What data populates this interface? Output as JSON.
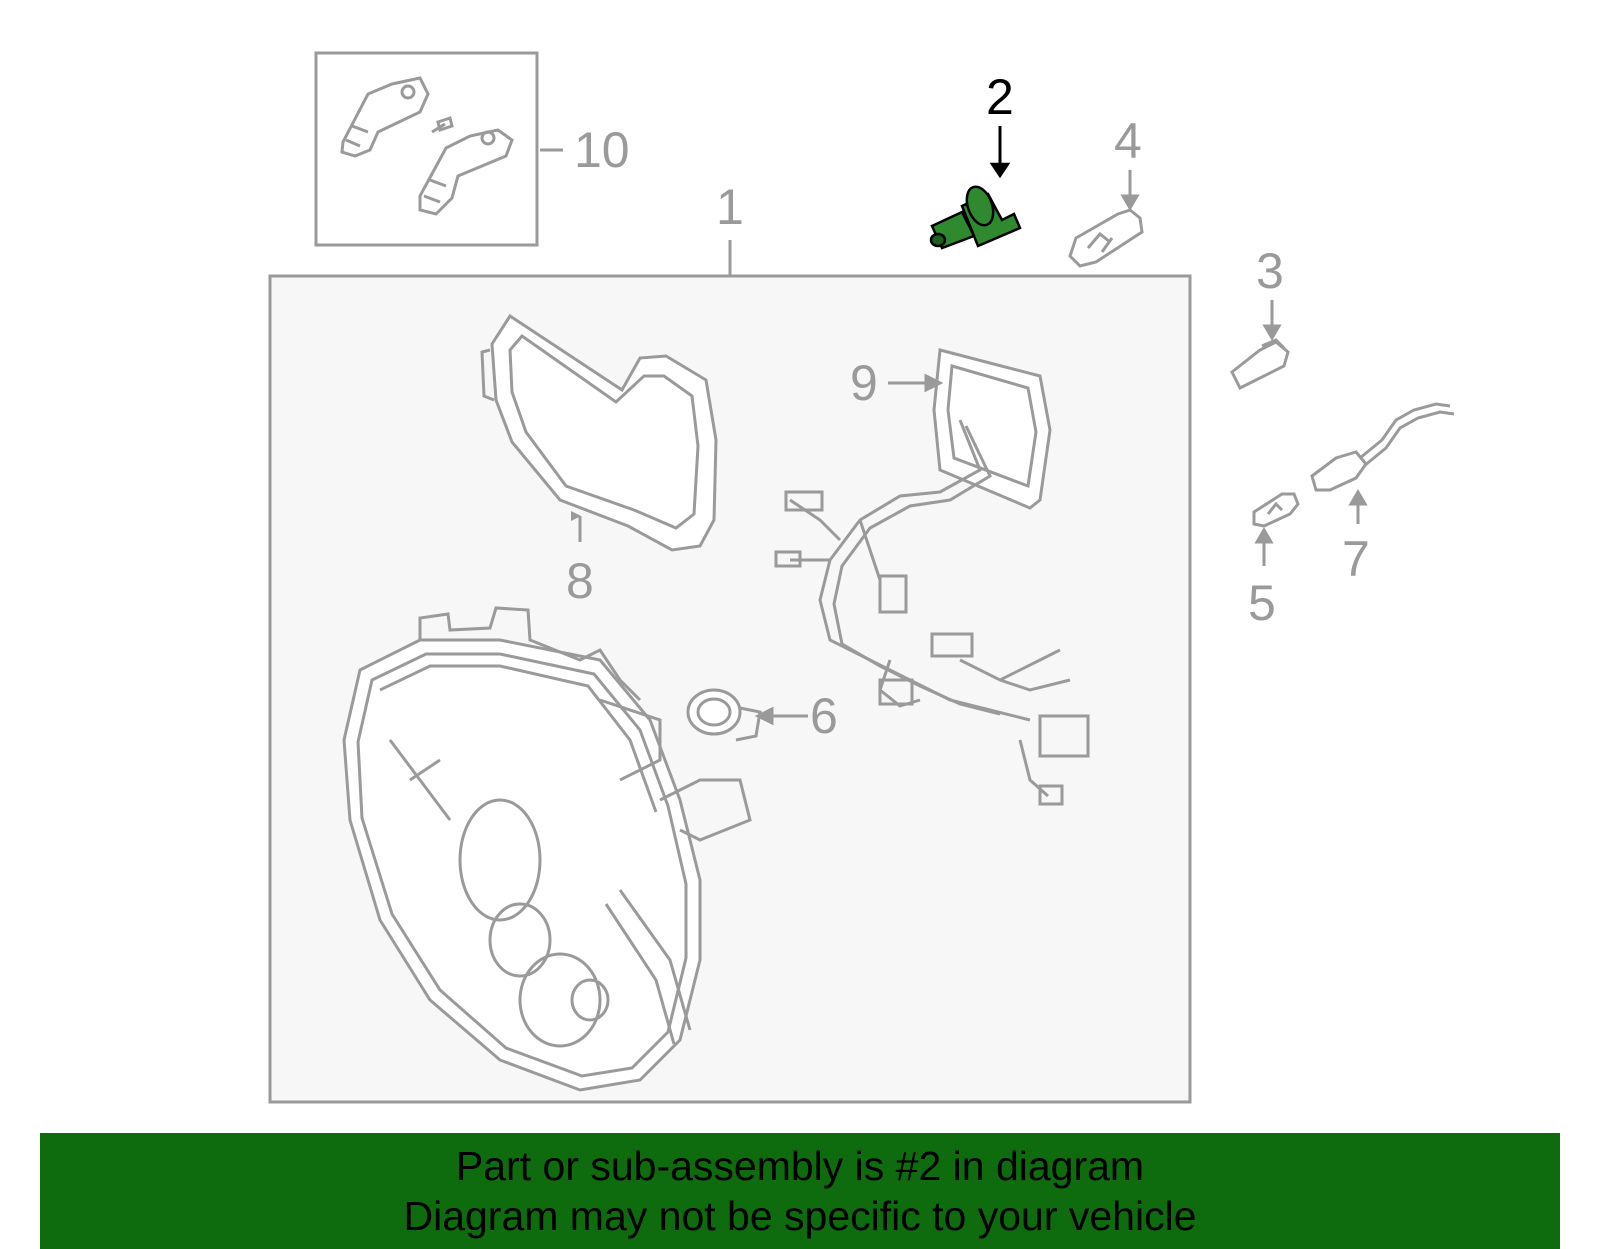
{
  "callouts": {
    "c1": "1",
    "c2": "2",
    "c3": "3",
    "c4": "4",
    "c5": "5",
    "c6": "6",
    "c7": "7",
    "c8": "8",
    "c9": "9",
    "c10": "10"
  },
  "highlighted_part": "2",
  "colors": {
    "line": "#9a9a9a",
    "panel": "#f7f7f7",
    "highlight_fill": "#2f8a2f",
    "highlight_label": "#000000",
    "banner": "#0e6b0e",
    "banner_text": "#000000"
  },
  "banner": {
    "line1": "Part or sub-assembly is #2 in diagram",
    "line2": "Diagram may not be specific to your vehicle"
  }
}
